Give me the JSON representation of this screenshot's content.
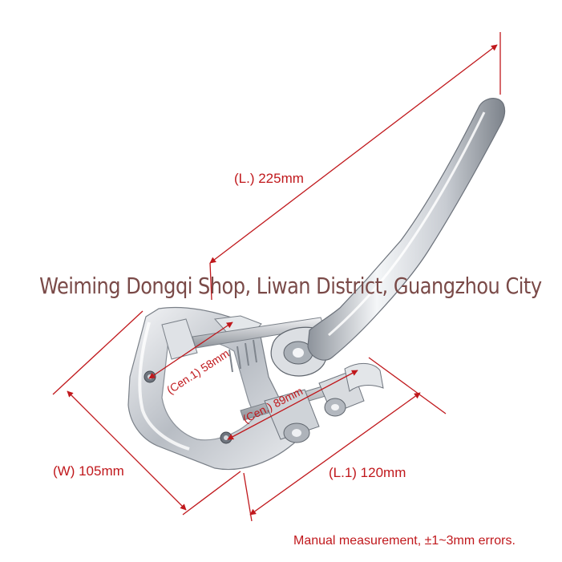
{
  "colors": {
    "dimension": "#c0181c",
    "watermark": "#7a4a48",
    "metal_light": "#eef0f3",
    "metal_mid": "#b9bec6",
    "metal_dark": "#6f757e"
  },
  "dimensions": {
    "length": "(L.) 225mm",
    "width": "(W) 105mm",
    "length1": "(L.1) 120mm",
    "center1": "(Cen.1) 58mm",
    "center2": "(Cen.) 89mm"
  },
  "watermark": "Weiming Dongqi Shop, Liwan District, Guangzhou City",
  "note": "Manual measurement,  ±1~3mm errors."
}
